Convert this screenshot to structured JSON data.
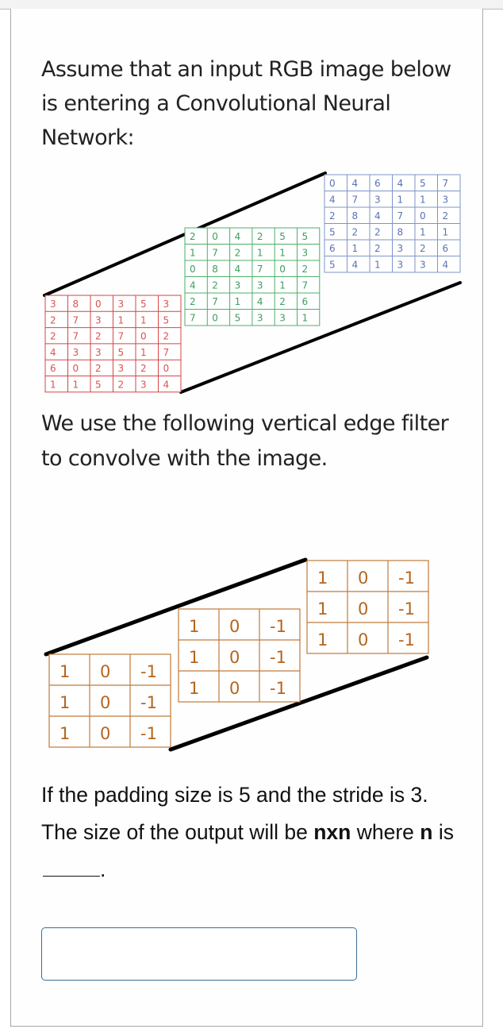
{
  "question": {
    "intro": "Assume that an input RGB image below is entering a Convolutional Neural Network:",
    "filter_text": "We use the following vertical edge filter to convolve with the image.",
    "prompt_part1": "If the padding size is 5 and the stride is 3. The size of the output will be ",
    "prompt_bold1": "nxn",
    "prompt_part2": " where ",
    "prompt_bold2": "n",
    "prompt_part3": " is ",
    "prompt_end": "."
  },
  "image": {
    "channels": [
      {
        "name": "red",
        "color": "#d9534f",
        "border_color": "#d64545",
        "values": [
          [
            3,
            8,
            0,
            3,
            5,
            3
          ],
          [
            2,
            7,
            3,
            1,
            1,
            5
          ],
          [
            2,
            7,
            2,
            7,
            0,
            2
          ],
          [
            4,
            3,
            3,
            5,
            1,
            7
          ],
          [
            6,
            0,
            2,
            3,
            2,
            0
          ],
          [
            1,
            1,
            5,
            2,
            3,
            4
          ]
        ]
      },
      {
        "name": "green",
        "color": "#3e9e5e",
        "border_color": "#4caf6a",
        "values": [
          [
            2,
            0,
            4,
            2,
            5,
            5
          ],
          [
            1,
            7,
            2,
            1,
            1,
            3
          ],
          [
            0,
            8,
            4,
            7,
            0,
            2
          ],
          [
            4,
            2,
            3,
            3,
            1,
            7
          ],
          [
            2,
            7,
            1,
            4,
            2,
            6
          ],
          [
            7,
            0,
            5,
            3,
            3,
            1
          ]
        ]
      },
      {
        "name": "blue",
        "color": "#5a74b0",
        "border_color": "#7c95c9",
        "values": [
          [
            0,
            4,
            6,
            4,
            5,
            7
          ],
          [
            4,
            7,
            3,
            1,
            1,
            3
          ],
          [
            2,
            8,
            4,
            7,
            0,
            2
          ],
          [
            5,
            2,
            2,
            8,
            1,
            1
          ],
          [
            6,
            1,
            2,
            3,
            2,
            6
          ],
          [
            5,
            4,
            1,
            3,
            3,
            4
          ]
        ]
      }
    ]
  },
  "filter": {
    "color": "#b5651d",
    "border_color": "#c07a3a",
    "channels": [
      {
        "values": [
          [
            "1",
            "0",
            "-1"
          ],
          [
            "1",
            "0",
            "-1"
          ],
          [
            "1",
            "0",
            "-1"
          ]
        ]
      },
      {
        "values": [
          [
            "1",
            "0",
            "-1"
          ],
          [
            "1",
            "0",
            "-1"
          ],
          [
            "1",
            "0",
            "-1"
          ]
        ]
      },
      {
        "values": [
          [
            "1",
            "0",
            "-1"
          ],
          [
            "1",
            "0",
            "-1"
          ],
          [
            "1",
            "0",
            "-1"
          ]
        ]
      }
    ]
  },
  "answer": {
    "value": "",
    "placeholder": ""
  }
}
